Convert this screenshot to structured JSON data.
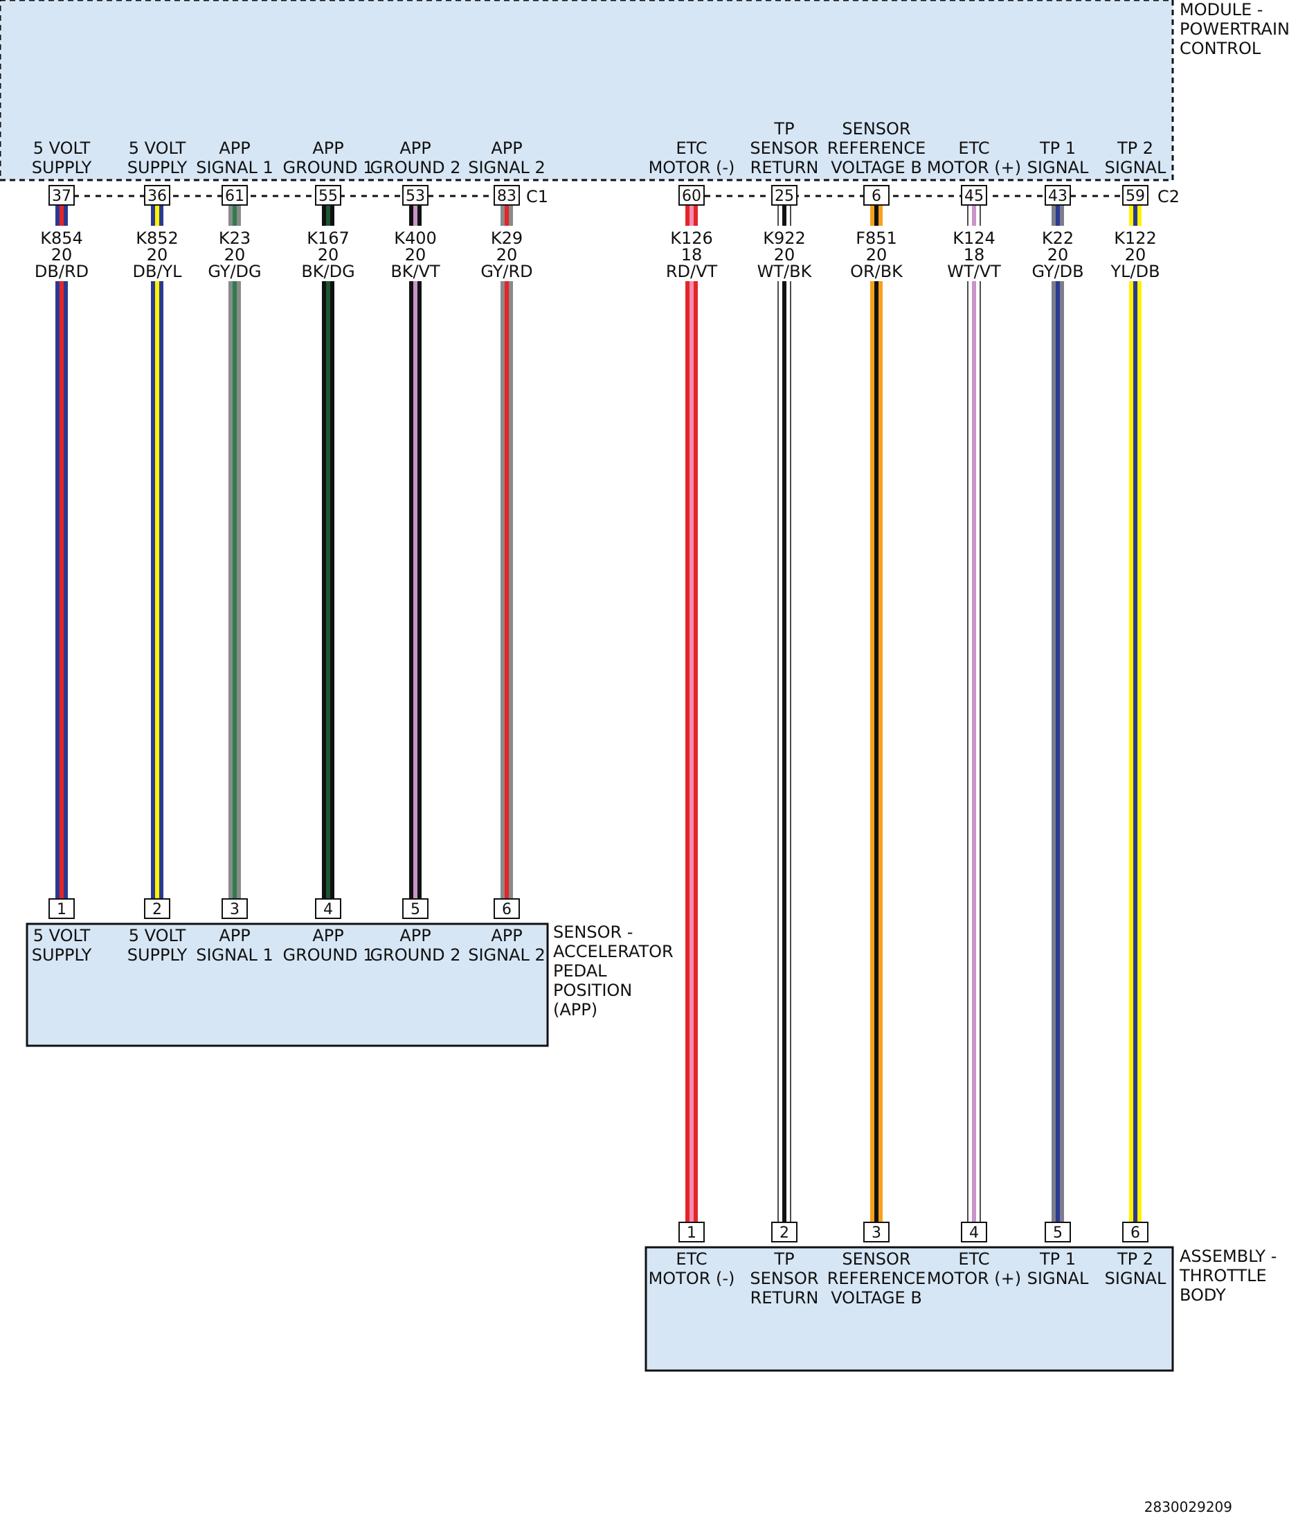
{
  "pcm": {
    "title": [
      "MODULE -",
      "POWERTRAIN",
      "CONTROL"
    ],
    "connectors": [
      "C1",
      "C2"
    ]
  },
  "app_sensor": {
    "title": [
      "SENSOR -",
      "ACCELERATOR",
      "PEDAL",
      "POSITION",
      "(APP)"
    ]
  },
  "throttle_body": {
    "title": [
      "ASSEMBLY -",
      "THROTTLE",
      "BODY"
    ]
  },
  "circuits": [
    {
      "pcm_pin": "37",
      "pcm_label": [
        "5 VOLT",
        "SUPPLY"
      ],
      "wire": "K854",
      "gauge": "20",
      "color_code": "DB/RD",
      "comp_pin": "1",
      "comp_label": [
        "5 VOLT",
        "SUPPLY"
      ],
      "base": "#2b3990",
      "stripe": "#e42528"
    },
    {
      "pcm_pin": "36",
      "pcm_label": [
        "5 VOLT",
        "SUPPLY"
      ],
      "wire": "K852",
      "gauge": "20",
      "color_code": "DB/YL",
      "comp_pin": "2",
      "comp_label": [
        "5 VOLT",
        "SUPPLY"
      ],
      "base": "#2b3990",
      "stripe": "#fff200"
    },
    {
      "pcm_pin": "61",
      "pcm_label": [
        "APP",
        "SIGNAL 1"
      ],
      "wire": "K23",
      "gauge": "20",
      "color_code": "GY/DG",
      "comp_pin": "3",
      "comp_label": [
        "APP",
        "SIGNAL 1"
      ],
      "base": "#8a8a8a",
      "stripe": "#2e7d4f"
    },
    {
      "pcm_pin": "55",
      "pcm_label": [
        "APP",
        "GROUND 1"
      ],
      "wire": "K167",
      "gauge": "20",
      "color_code": "BK/DG",
      "comp_pin": "4",
      "comp_label": [
        "APP",
        "GROUND 1"
      ],
      "base": "#111111",
      "stripe": "#1e5631"
    },
    {
      "pcm_pin": "53",
      "pcm_label": [
        "APP",
        "GROUND 2"
      ],
      "wire": "K400",
      "gauge": "20",
      "color_code": "BK/VT",
      "comp_pin": "5",
      "comp_label": [
        "APP",
        "GROUND 2"
      ],
      "base": "#111111",
      "stripe": "#c994c7"
    },
    {
      "pcm_pin": "83",
      "pcm_label": [
        "APP",
        "SIGNAL 2"
      ],
      "wire": "K29",
      "gauge": "20",
      "color_code": "GY/RD",
      "comp_pin": "6",
      "comp_label": [
        "APP",
        "SIGNAL 2"
      ],
      "base": "#8a8a8a",
      "stripe": "#e42528"
    },
    {
      "pcm_pin": "60",
      "pcm_label": [
        "ETC",
        "MOTOR (-)"
      ],
      "wire": "K126",
      "gauge": "18",
      "color_code": "RD/VT",
      "comp_pin": "1",
      "comp_label": [
        "ETC",
        "MOTOR (-)"
      ],
      "base": "#e42528",
      "stripe": "#f28bb0"
    },
    {
      "pcm_pin": "25",
      "pcm_label": [
        "TP",
        "SENSOR",
        "RETURN"
      ],
      "wire": "K922",
      "gauge": "20",
      "color_code": "WT/BK",
      "comp_pin": "2",
      "comp_label": [
        "TP",
        "SENSOR",
        "RETURN"
      ],
      "base": "#ffffff",
      "stripe": "#111111"
    },
    {
      "pcm_pin": "6",
      "pcm_label": [
        "SENSOR",
        "REFERENCE",
        "VOLTAGE B"
      ],
      "wire": "F851",
      "gauge": "20",
      "color_code": "OR/BK",
      "comp_pin": "3",
      "comp_label": [
        "SENSOR",
        "REFERENCE",
        "VOLTAGE B"
      ],
      "base": "#f7a11a",
      "stripe": "#111111"
    },
    {
      "pcm_pin": "45",
      "pcm_label": [
        "ETC",
        "MOTOR (+)"
      ],
      "wire": "K124",
      "gauge": "18",
      "color_code": "WT/VT",
      "comp_pin": "4",
      "comp_label": [
        "ETC",
        "MOTOR (+)"
      ],
      "base": "#ffffff",
      "stripe": "#c994c7"
    },
    {
      "pcm_pin": "43",
      "pcm_label": [
        "TP 1",
        "SIGNAL"
      ],
      "wire": "K22",
      "gauge": "20",
      "color_code": "GY/DB",
      "comp_pin": "5",
      "comp_label": [
        "TP 1",
        "SIGNAL"
      ],
      "base": "#7d7d8a",
      "stripe": "#2b3990"
    },
    {
      "pcm_pin": "59",
      "pcm_label": [
        "TP 2",
        "SIGNAL"
      ],
      "wire": "K122",
      "gauge": "20",
      "color_code": "YL/DB",
      "comp_pin": "6",
      "comp_label": [
        "TP 2",
        "SIGNAL"
      ],
      "base": "#fff200",
      "stripe": "#2b3990"
    }
  ],
  "footer_id": "2830029209"
}
